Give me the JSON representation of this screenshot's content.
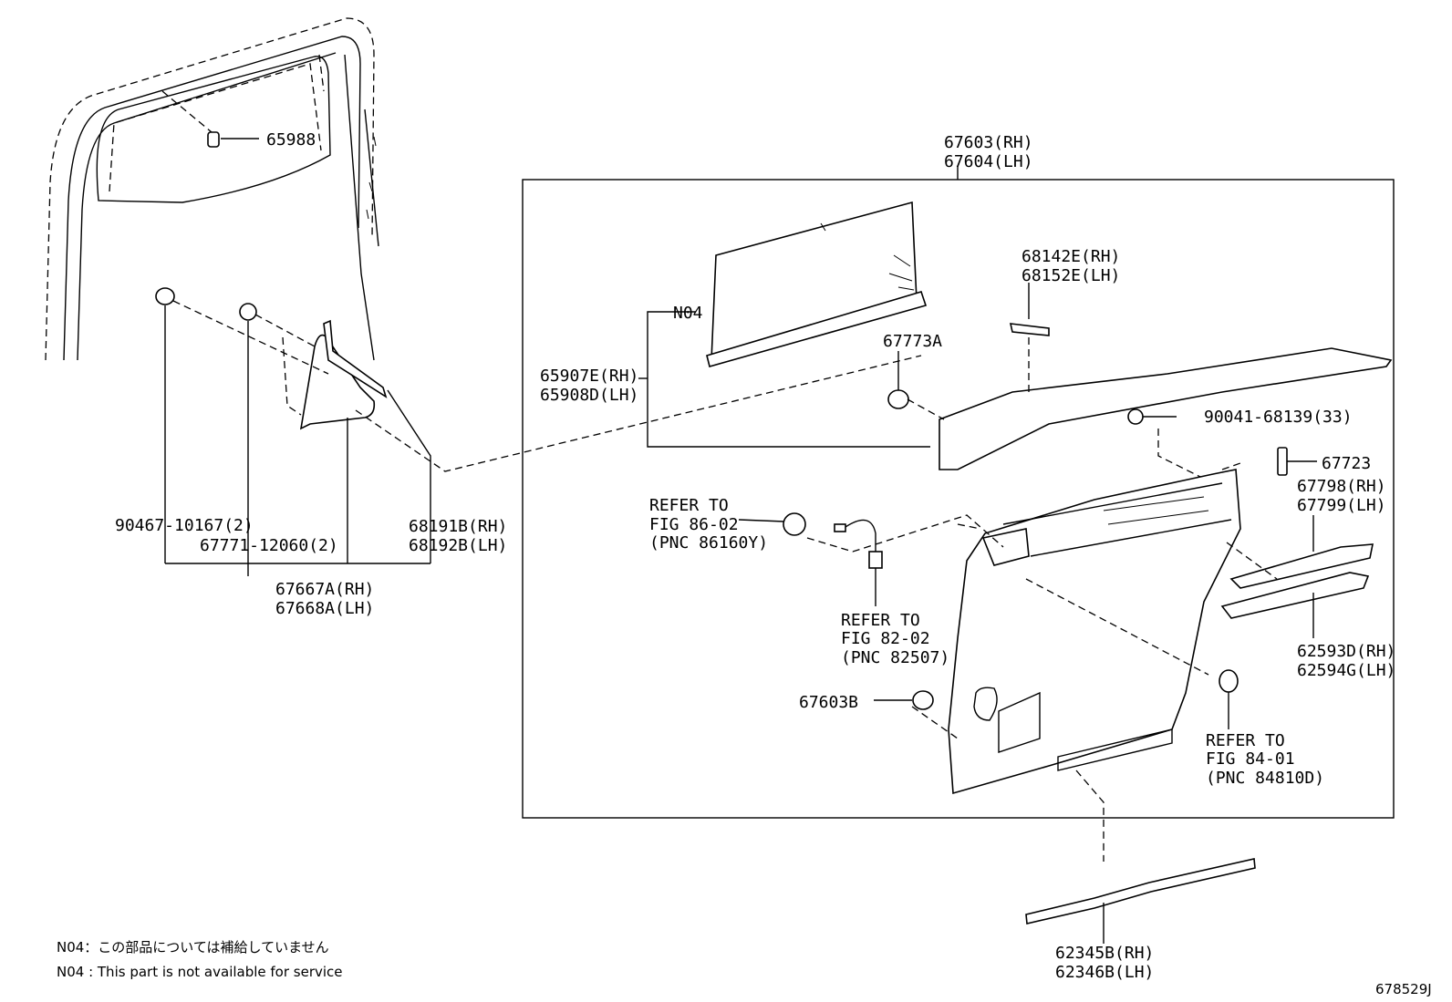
{
  "labels": {
    "p65988": "65988",
    "p67603rh": "67603(RH)",
    "p67604lh": "67604(LH)",
    "p68142e": "68142E(RH)",
    "p68152e": "68152E(LH)",
    "n04": "N04",
    "p67773a": "67773A",
    "p65907e": "65907E(RH)",
    "p65908d": "65908D(LH)",
    "p90041": "90041-68139(33)",
    "p67723": "67723",
    "p67798": "67798(RH)",
    "p67799": "67799(LH)",
    "ref86_1": "REFER TO",
    "ref86_2": "FIG 86-02",
    "ref86_3": "(PNC 86160Y)",
    "p90467": "90467-10167(2)",
    "p67771": "67771-12060(2)",
    "p68191b": "68191B(RH)",
    "p68192b": "68192B(LH)",
    "p67667a": "67667A(RH)",
    "p67668a": "67668A(LH)",
    "ref82_1": "REFER TO",
    "ref82_2": "FIG 82-02",
    "ref82_3": "(PNC 82507)",
    "p62593d": "62593D(RH)",
    "p62594g": "62594G(LH)",
    "p67603b": "67603B",
    "ref84_1": "REFER TO",
    "ref84_2": "FIG 84-01",
    "ref84_3": "(PNC 84810D)",
    "p62345b": "62345B(RH)",
    "p62346b": "62346B(LH)"
  },
  "notes": {
    "jp": "N04：この部品については補給していません",
    "en": "N04 : This part is not available for service"
  },
  "diagram_id": "678529J"
}
